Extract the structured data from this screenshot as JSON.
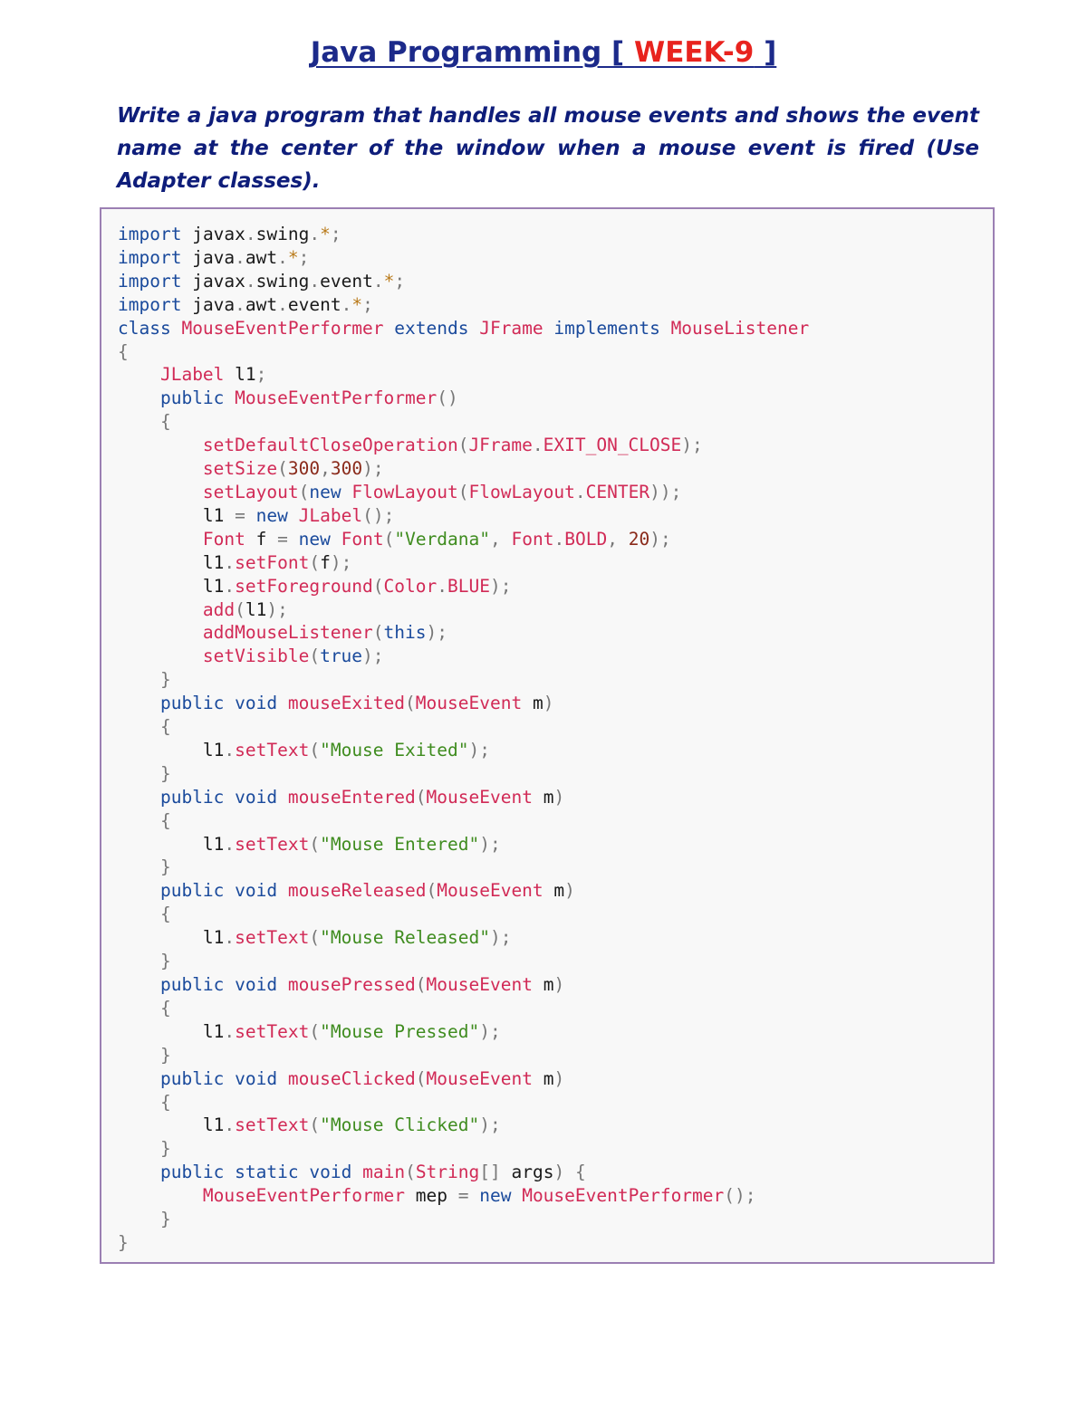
{
  "header": {
    "title_pre": "Java Programming [ ",
    "title_week": "WEEK-9",
    "title_post": " ]"
  },
  "task": "Write a java program that handles all mouse events and shows the event name at the center of the window when a mouse event is fired (Use Adapter classes).",
  "code_lines": [
    "import javax.swing.*;",
    "import java.awt.*;",
    "import javax.swing.event.*;",
    "import java.awt.event.*;",
    "class MouseEventPerformer extends JFrame implements MouseListener",
    "{",
    "    JLabel l1;",
    "    public MouseEventPerformer()",
    "    {",
    "        setDefaultCloseOperation(JFrame.EXIT_ON_CLOSE);",
    "        setSize(300,300);",
    "        setLayout(new FlowLayout(FlowLayout.CENTER));",
    "        l1 = new JLabel();",
    "        Font f = new Font(\"Verdana\", Font.BOLD, 20);",
    "        l1.setFont(f);",
    "        l1.setForeground(Color.BLUE);",
    "        add(l1);",
    "        addMouseListener(this);",
    "        setVisible(true);",
    "    }",
    "    public void mouseExited(MouseEvent m)",
    "    {",
    "        l1.setText(\"Mouse Exited\");",
    "    }",
    "    public void mouseEntered(MouseEvent m)",
    "    {",
    "        l1.setText(\"Mouse Entered\");",
    "    }",
    "    public void mouseReleased(MouseEvent m)",
    "    {",
    "        l1.setText(\"Mouse Released\");",
    "    }",
    "    public void mousePressed(MouseEvent m)",
    "    {",
    "        l1.setText(\"Mouse Pressed\");",
    "    }",
    "    public void mouseClicked(MouseEvent m)",
    "    {",
    "        l1.setText(\"Mouse Clicked\");",
    "    }",
    "    public static void main(String[] args) {",
    "        MouseEventPerformer mep = new MouseEventPerformer();",
    "    }",
    "}"
  ],
  "colors": {
    "title": "#1c2a8a",
    "title_accent": "#e8231e",
    "task_text": "#0e1d7a",
    "code_border": "#9b7fb3",
    "code_background": "#f8f8f8",
    "keyword": "#1a4a9c",
    "type": "#d12a56",
    "string": "#3f8c1f"
  }
}
